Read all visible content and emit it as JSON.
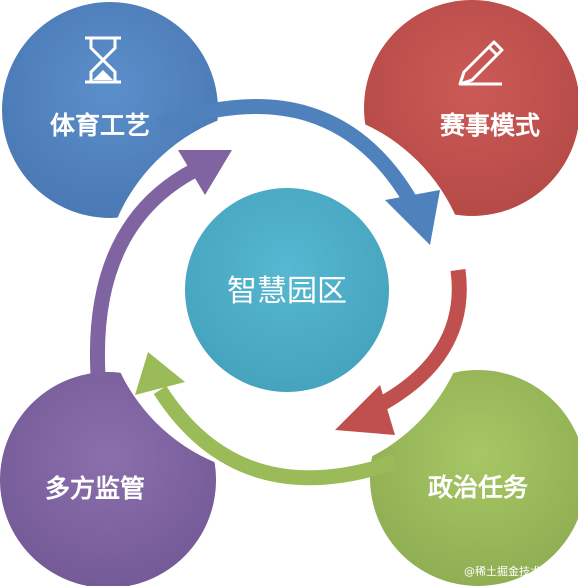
{
  "center": {
    "label": "智慧园区",
    "color": "#4BACC6"
  },
  "nodes": [
    {
      "label": "体育工艺",
      "color": "#4F81BD",
      "icon": "hourglass-icon"
    },
    {
      "label": "赛事模式",
      "color": "#C0504D",
      "icon": "pencil-icon"
    },
    {
      "label": "政治任务",
      "color": "#9BBB59",
      "icon": ""
    },
    {
      "label": "多方监管",
      "color": "#8064A2",
      "icon": ""
    }
  ],
  "watermark": "@稀土掘金技术社区"
}
